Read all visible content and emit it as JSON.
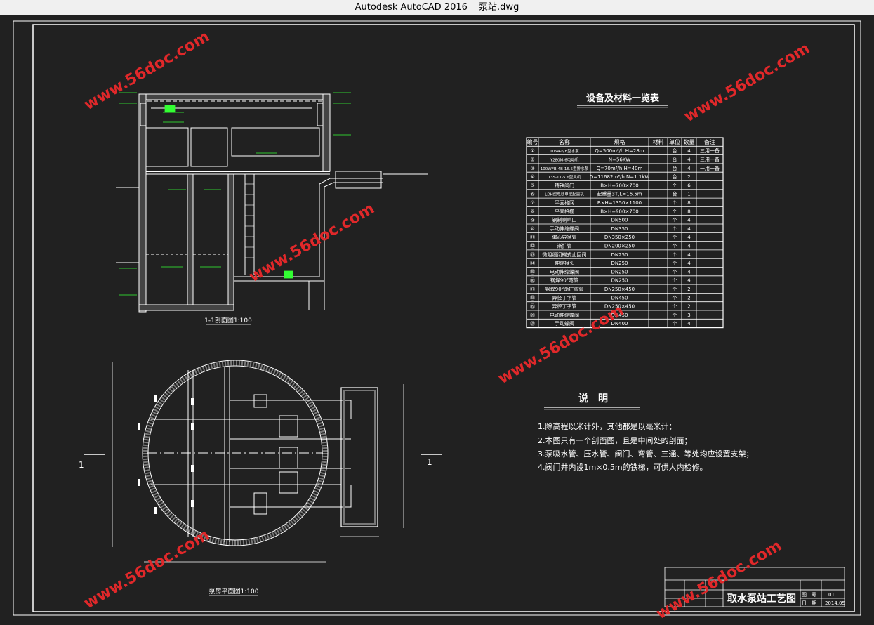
{
  "window": {
    "app_title": "Autodesk AutoCAD 2016",
    "file_name": "泵站.dwg"
  },
  "watermark": "www.56doc.com",
  "equipment_table": {
    "title": "设备及材料一览表",
    "headers": [
      "编号",
      "名称",
      "规格",
      "材料",
      "单位",
      "数量",
      "备注"
    ],
    "rows": [
      [
        "①",
        "10SA-6JB型水泵",
        "Q=500m³/h H=28m",
        "",
        "台",
        "4",
        "三用一备"
      ],
      [
        "②",
        "Y280M-6电动机",
        "N=56KW",
        "",
        "台",
        "4",
        "三用一备"
      ],
      [
        "③",
        "100WFB-4B-16.5型排水泵",
        "Q=70m³/h H=40m",
        "",
        "台",
        "4",
        "一用一备"
      ],
      [
        "④",
        "T35-11-5.6型风机",
        "Q=11682m³/h N=1.1kW",
        "",
        "台",
        "2",
        ""
      ],
      [
        "⑤",
        "铸铁闸门",
        "B×H=700×700",
        "",
        "个",
        "6",
        ""
      ],
      [
        "⑥",
        "LDH型电动单梁起重机",
        "起重量3T,L=16.5m",
        "",
        "台",
        "1",
        ""
      ],
      [
        "⑦",
        "平面格网",
        "B×H=1350×1100",
        "",
        "个",
        "8",
        ""
      ],
      [
        "⑧",
        "平面格栅",
        "B×H=900×700",
        "",
        "个",
        "8",
        ""
      ],
      [
        "⑨",
        "钢制喇叭口",
        "DN500",
        "",
        "个",
        "4",
        ""
      ],
      [
        "⑩",
        "手动伸缩蝶阀",
        "DN350",
        "",
        "个",
        "4",
        ""
      ],
      [
        "⑪",
        "偏心异径管",
        "DN350×250",
        "",
        "个",
        "4",
        ""
      ],
      [
        "⑫",
        "渐扩管",
        "DN200×250",
        "",
        "个",
        "4",
        ""
      ],
      [
        "⑬",
        "微阻缓闭蝶式止回阀",
        "DN250",
        "",
        "个",
        "4",
        ""
      ],
      [
        "⑭",
        "伸缩接头",
        "DN250",
        "",
        "个",
        "4",
        ""
      ],
      [
        "⑮",
        "电动伸缩蝶阀",
        "DN250",
        "",
        "个",
        "4",
        ""
      ],
      [
        "⑯",
        "钢焊90°弯管",
        "DN250",
        "",
        "个",
        "4",
        ""
      ],
      [
        "⑰",
        "钢焊90°渐扩弯管",
        "DN250×450",
        "",
        "个",
        "2",
        ""
      ],
      [
        "⑱",
        "异径丁字管",
        "DN450",
        "",
        "个",
        "2",
        ""
      ],
      [
        "⑲",
        "异径丁字管",
        "DN250×450",
        "",
        "个",
        "2",
        ""
      ],
      [
        "⑳",
        "电动伸缩蝶阀",
        "DN450",
        "",
        "个",
        "3",
        ""
      ],
      [
        "㉑",
        "手动蝶阀",
        "DN400",
        "",
        "个",
        "4",
        ""
      ]
    ]
  },
  "notes": {
    "title": "说　明",
    "items": [
      "1.除高程以米计外，其他都是以毫米计；",
      "2.本图只有一个剖面图，且是中间处的剖面；",
      "3.泵吸水管、压水管、阀门、弯管、三通、等处均应设置支架；",
      "4.阀门井内设1m×0.5m的铁梯，可供人内检修。"
    ]
  },
  "section_view": {
    "caption": "1-1剖面图1:100"
  },
  "plan_view": {
    "caption": "泵房平面图1:100",
    "section_marker_left": "1",
    "section_marker_right": "1"
  },
  "title_block": {
    "drawing_title": "取水泵站工艺图",
    "scale_label": "日　期",
    "date_value": "2014.05",
    "sheet_label": "图　号",
    "sheet_value": "01"
  },
  "colors": {
    "background": "#212121",
    "lines": "#ffffff",
    "annotation": "#33ff33",
    "watermark": "#e0282a"
  }
}
